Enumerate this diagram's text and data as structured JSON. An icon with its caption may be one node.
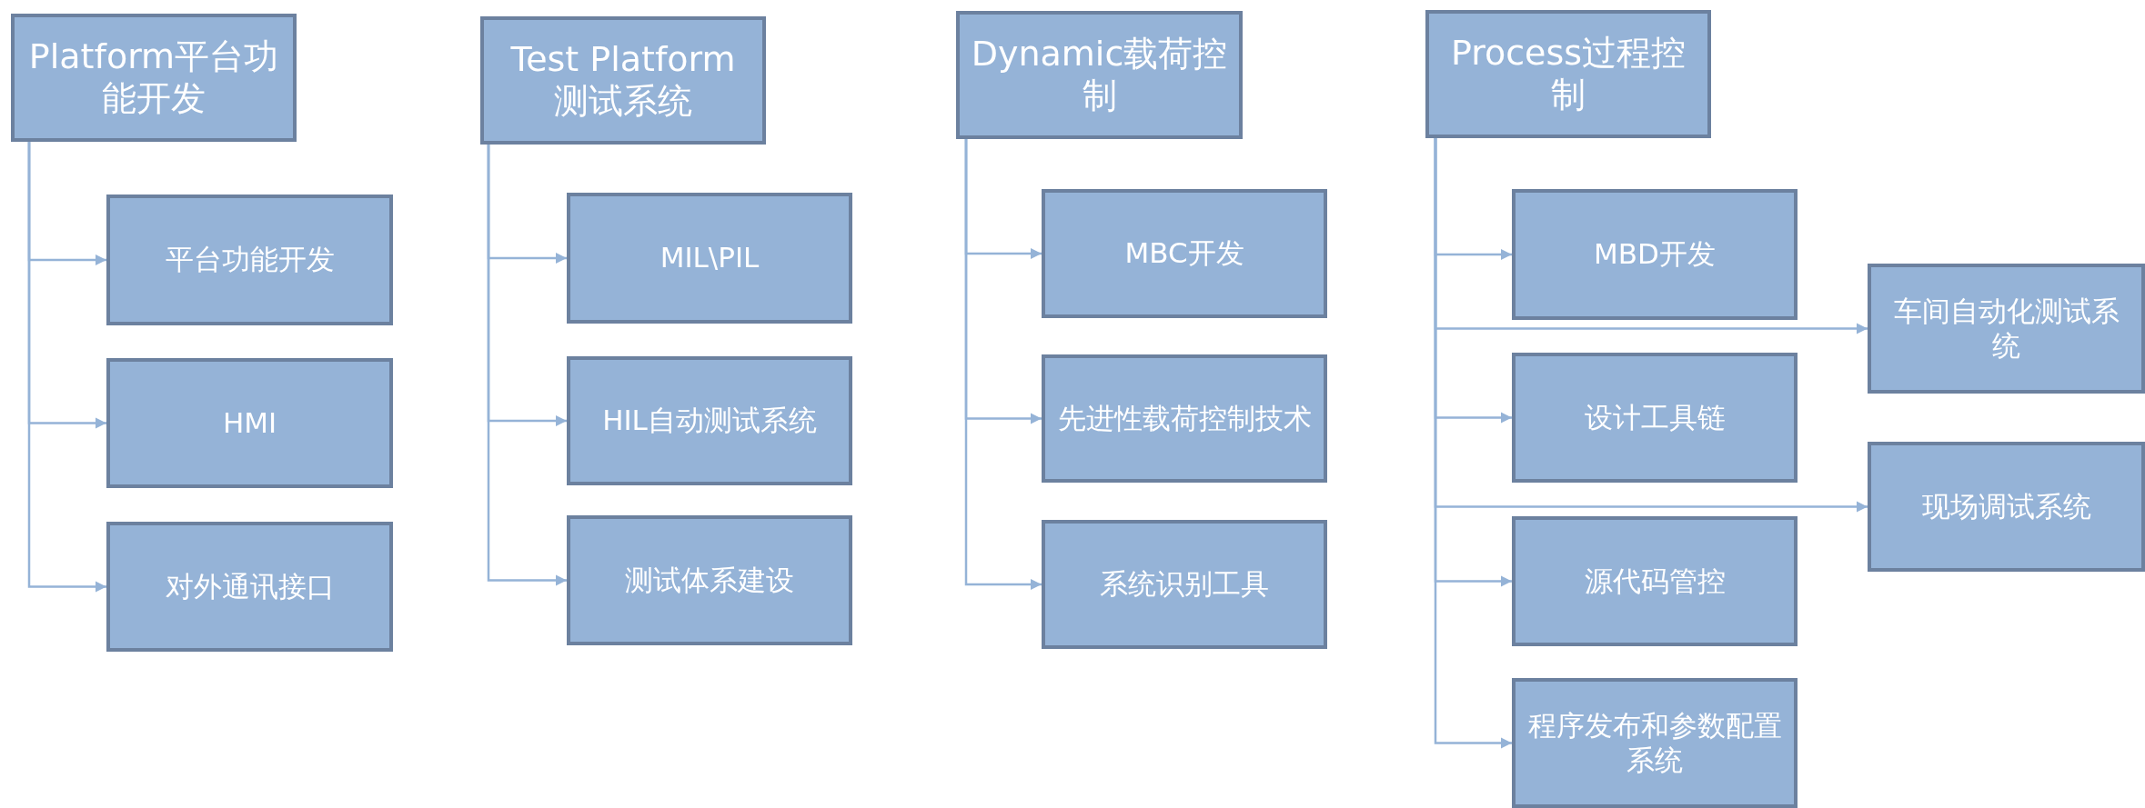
{
  "diagram": {
    "nodes": [
      {
        "text": [
          "Platform平台功能开发"
        ]
      },
      {
        "text": [
          "平台功能开发"
        ]
      },
      {
        "text": [
          "HMI"
        ]
      },
      {
        "text": [
          "对外通讯接口"
        ]
      },
      {
        "text": [
          "Test Platform 测试系统"
        ]
      },
      {
        "text": [
          "MIL\\PIL"
        ]
      },
      {
        "text": [
          "HIL自动测试系统"
        ]
      },
      {
        "text": [
          "测试体系建设"
        ]
      },
      {
        "text": [
          "Dynamic载荷控制"
        ]
      },
      {
        "text": [
          "MBC开发"
        ]
      },
      {
        "text": [
          "先进性载荷控制技术"
        ]
      },
      {
        "text": [
          "系统识别工具"
        ]
      },
      {
        "text": [
          "Process过程控制"
        ]
      },
      {
        "text": [
          "MBD开发"
        ]
      },
      {
        "text": [
          "车间自动化测试系统"
        ]
      },
      {
        "text": [
          "设计工具链"
        ]
      },
      {
        "text": [
          "现场调试系统"
        ]
      },
      {
        "text": [
          "源代码管控"
        ]
      },
      {
        "text": [
          "程序发布和参数配置系统"
        ]
      }
    ],
    "edges": [
      {
        "from": 0,
        "to": 1,
        "arrow": "to"
      },
      {
        "from": 0,
        "to": 2,
        "arrow": "to"
      },
      {
        "from": 0,
        "to": 3,
        "arrow": "to"
      },
      {
        "from": 4,
        "to": 5,
        "arrow": "to"
      },
      {
        "from": 4,
        "to": 6,
        "arrow": "to"
      },
      {
        "from": 4,
        "to": 7,
        "arrow": "to"
      },
      {
        "from": 8,
        "to": 9,
        "arrow": "to"
      },
      {
        "from": 8,
        "to": 10,
        "arrow": "to"
      },
      {
        "from": 8,
        "to": 11,
        "arrow": "to"
      },
      {
        "from": 12,
        "to": 13,
        "arrow": "to"
      },
      {
        "from": 12,
        "to": 14,
        "arrow": "to"
      },
      {
        "from": 12,
        "to": 15,
        "arrow": "to"
      },
      {
        "from": 12,
        "to": 16,
        "arrow": "to"
      },
      {
        "from": 12,
        "to": 17,
        "arrow": "to"
      },
      {
        "from": 12,
        "to": 18,
        "arrow": "to"
      }
    ]
  }
}
